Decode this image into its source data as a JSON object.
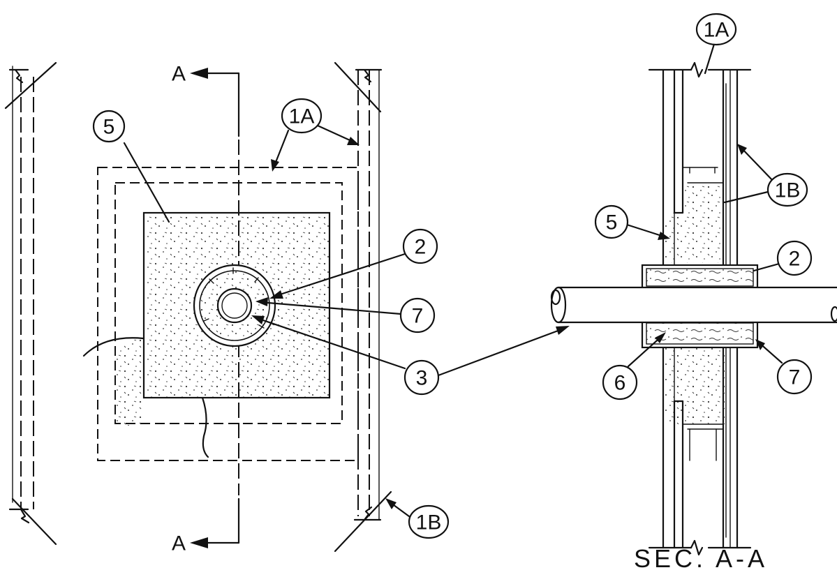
{
  "callouts": {
    "wall_1a_plan": "1A",
    "wall_1a_section": "1A",
    "gypsum_1b_section": "1B",
    "gypsum_1b_plan": "1B",
    "item_5_plan": "5",
    "item_5_section": "5",
    "item_2_plan": "2",
    "item_2_section": "2",
    "item_7_plan": "7",
    "item_7_section": "7",
    "item_3": "3",
    "item_6": "6"
  },
  "section_marks": {
    "top": "A",
    "bottom": "A"
  },
  "section_caption": "SEC. A-A"
}
